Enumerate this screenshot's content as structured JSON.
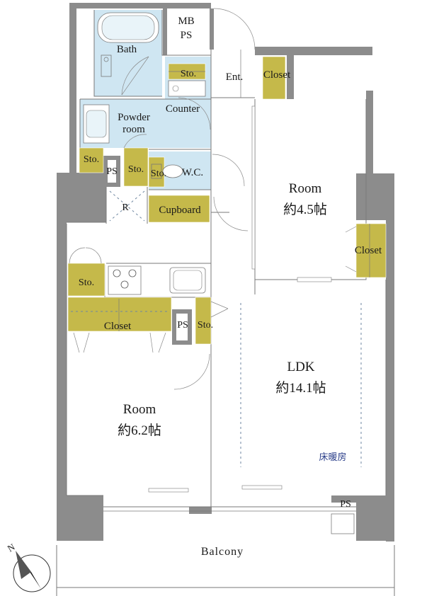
{
  "rooms": {
    "bath": "Bath",
    "mbps": [
      "MB",
      "PS"
    ],
    "entrance": "Ent.",
    "closet_ent": "Closet",
    "sto_counter": "Sto.",
    "counter": "Counter",
    "powder": [
      "Powder",
      "room"
    ],
    "sto_left": "Sto.",
    "ps_center": "PS",
    "sto_center": "Sto.",
    "sto_wc": "Sto.",
    "wc": "W.C.",
    "refrigerator": "R",
    "cupboard": "Cupboard",
    "room_east": [
      "Room",
      "約4.5帖"
    ],
    "closet_east": "Closet",
    "sto_kitchen": "Sto.",
    "closet_west": "Closet",
    "ps_west": "PS",
    "sto_west": "Sto.",
    "ldk": [
      "LDK",
      "約14.1帖"
    ],
    "floor_heating": "床暖房",
    "room_west": [
      "Room",
      "約6.2帖"
    ],
    "ps_balcony": "PS",
    "balcony": "Balcony",
    "north": "N"
  },
  "colors": {
    "wall": "#8c8c8c",
    "storage": "#c5b94a",
    "wet_area": "#cfe6f2",
    "floor_heating_text": "#2b3f8a"
  }
}
